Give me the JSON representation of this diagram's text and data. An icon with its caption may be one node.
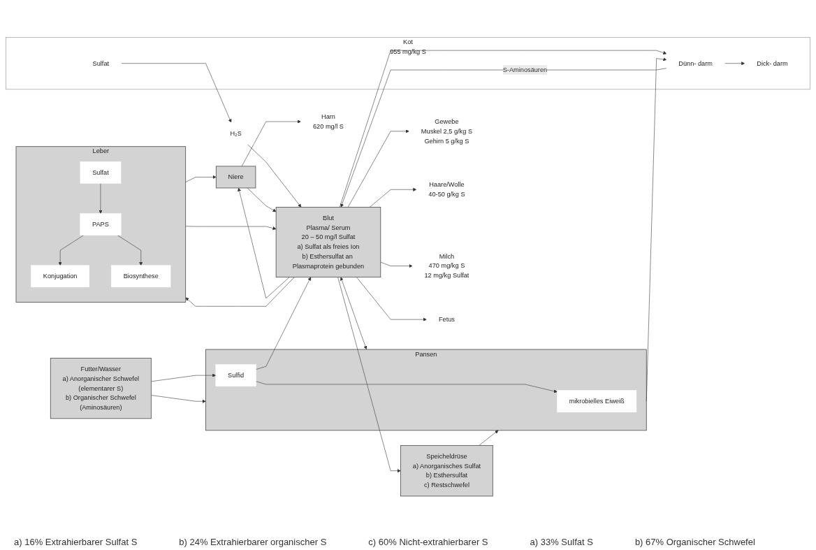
{
  "diagram": {
    "nodes": [
      {
        "text": [
          "Futter/Wasser",
          "a) Anorganischer Schwefel",
          "(elementarer S)",
          "b) Organischer Schwefel",
          "(Aminosäuren)"
        ]
      },
      {
        "text": [
          "Pansen"
        ]
      },
      {
        "text": [
          "Sulfid"
        ],
        "in": 1
      },
      {
        "text": [
          "mikrobielles Eiweiß"
        ],
        "in": 1
      },
      {
        "text": [
          "Blut",
          "Plasma/ Serum",
          "20 – 50 mg/l Sulfat",
          "a) Sulfat als freies Ion",
          "b) Esthersulfat an Plasmaprotein gebunden"
        ]
      },
      {
        "text": [
          "Gewebe",
          "Muskel 2,5 g/kg S",
          "Gehirn 5 g/kg S"
        ]
      },
      {
        "text": [
          "Haare/Wolle",
          "40-50 g/kg S"
        ]
      },
      {
        "text": [
          "Milch",
          "470 mg/kg S",
          "12 mg/kg Sulfat"
        ]
      },
      {
        "text": [
          "Fetus"
        ]
      },
      {
        "text": [
          "Speicheldrüse",
          "a) Anorganisches Sulfat",
          "b) Esthersulfat",
          "c) Restschwefel"
        ]
      },
      {
        "text": [
          "Kot"
        ],
        "beside": [
          "955 mg/kg S"
        ]
      },
      {
        "text": [
          "Dünn- darm"
        ],
        "in": 10
      },
      {
        "text": [
          "Dick- darm"
        ],
        "in": 10
      },
      {
        "text": [
          "Sulfat"
        ],
        "in": 10
      },
      {
        "text": [
          "H₂S"
        ]
      },
      {
        "text": [
          "Leber"
        ]
      },
      {
        "text": [
          "Sulfat"
        ],
        "in": 15
      },
      {
        "text": [
          "PAPS"
        ],
        "in": 15
      },
      {
        "text": [
          "Konjugation"
        ],
        "in": 15
      },
      {
        "text": [
          "Biosynthese"
        ],
        "in": 15
      },
      {
        "text": [
          "Niere"
        ]
      },
      {
        "text": [
          "Harn",
          "620 mg/l S"
        ]
      }
    ],
    "edges": [
      {
        "from": 0,
        "to": 1,
        "arrow": "to"
      },
      {
        "from": 0,
        "to": 2,
        "arrow": "to"
      },
      {
        "from": 2,
        "to": 3,
        "arrow": "to"
      },
      {
        "from": 2,
        "to": 4,
        "arrow": "to"
      },
      {
        "from": 1,
        "to": 4,
        "arrow": "both"
      },
      {
        "from": 4,
        "to": 9,
        "arrow": "to"
      },
      {
        "from": 9,
        "to": 1,
        "arrow": "to"
      },
      {
        "from": 1,
        "to": 11,
        "arrow": "to"
      },
      {
        "from": 11,
        "to": 4,
        "arrow": "to",
        "label": "S-Aminosäuren"
      },
      {
        "from": 11,
        "to": 12,
        "arrow": "to"
      },
      {
        "from": 13,
        "to": 14,
        "arrow": "to"
      },
      {
        "from": 14,
        "to": 4,
        "arrow": "to"
      },
      {
        "from": 4,
        "to": 5,
        "arrow": "to"
      },
      {
        "from": 4,
        "to": 6,
        "arrow": "to"
      },
      {
        "from": 4,
        "to": 7,
        "arrow": "to"
      },
      {
        "from": 4,
        "to": 8,
        "arrow": "to"
      },
      {
        "from": 4,
        "to": 15,
        "arrow": "to"
      },
      {
        "from": 4,
        "to": 20,
        "arrow": "to"
      },
      {
        "from": 15,
        "to": 20,
        "arrow": "to"
      },
      {
        "from": 20,
        "to": 21,
        "arrow": "to"
      },
      {
        "from": 16,
        "to": 17,
        "arrow": "to"
      },
      {
        "from": 17,
        "to": 18,
        "arrow": "to"
      },
      {
        "from": 17,
        "to": 19,
        "arrow": "to"
      },
      {
        "from": 15,
        "to": 4,
        "arrow": "to"
      },
      {
        "from": 20,
        "to": 4,
        "arrow": "to"
      },
      {
        "from": 4,
        "to": 11,
        "arrow": "to"
      }
    ],
    "labels": [
      "a) 16% Extrahierbarer Sulfat S",
      "b) 24% Extrahierbarer organischer S",
      "c) 60% Nicht-extrahierbarer S",
      "a) 33% Sulfat S",
      "b) 67% Organischer Schwefel"
    ]
  }
}
